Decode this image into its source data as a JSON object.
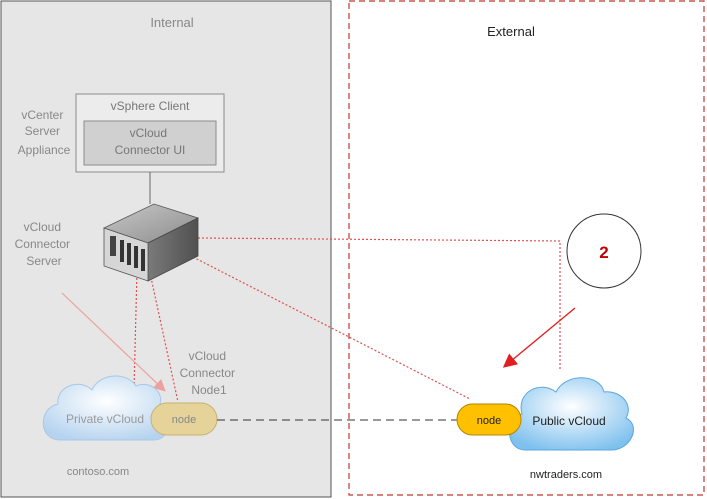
{
  "zones": {
    "internal": "Internal",
    "external": "External"
  },
  "vcenter": {
    "label_lines": [
      "vCenter",
      "Server",
      "Appliance"
    ],
    "vsphere_client": "vSphere Client",
    "connector_ui_lines": [
      "vCloud",
      "Connector UI"
    ]
  },
  "connector_server": {
    "label_lines": [
      "vCloud",
      "Connector",
      "Server"
    ]
  },
  "connector_node": {
    "label_lines": [
      "vCloud",
      "Connector",
      "Node1"
    ]
  },
  "private_cloud": {
    "label": "Private vCloud",
    "node_label": "node",
    "domain": "contoso.com"
  },
  "public_cloud": {
    "label": "Public vCloud",
    "node_label": "node",
    "domain": "nwtraders.com"
  },
  "callout": {
    "number": "2"
  },
  "colors": {
    "internal_bg": "#e6e6e6",
    "external_border": "#c0392b",
    "callout_number": "#c00000",
    "link_red": "#e05050",
    "private_node_fill": "#e6d39a",
    "public_node_fill": "#ffc000"
  }
}
